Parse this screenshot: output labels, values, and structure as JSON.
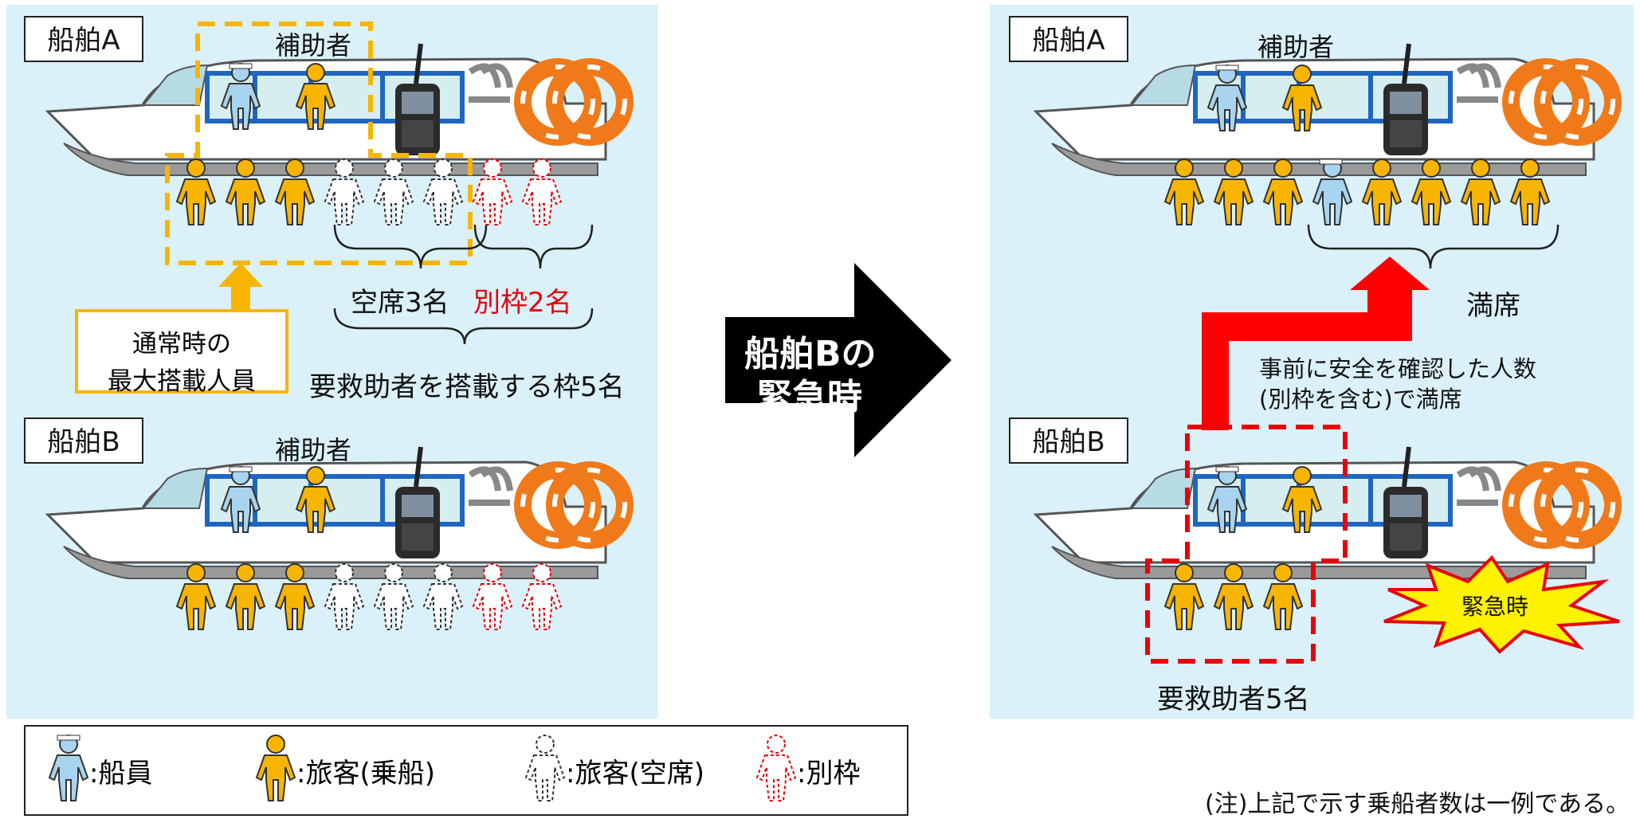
{
  "left_panel": {
    "boat_a_label": "船舶A",
    "boat_b_label": "船舶B",
    "assistant_label_a": "補助者",
    "assistant_label_b": "補助者",
    "normal_max_label_line1": "通常時の",
    "normal_max_label_line2": "最大搭載人員",
    "empty_seats_label": "空席3名",
    "extra_seats_label": "別枠2名",
    "rescue_frame_label": "要救助者を搭載する枠5名"
  },
  "arrow": {
    "line1": "船舶Bの",
    "line2": "緊急時"
  },
  "right_panel": {
    "boat_a_label": "船舶A",
    "boat_b_label": "船舶B",
    "assistant_label": "補助者",
    "full_label": "満席",
    "note_line1": "事前に安全を確認した人数",
    "note_line2": "(別枠を含む)で満席",
    "emergency_label": "緊急時",
    "rescued_label": "要救助者5名"
  },
  "legend": {
    "crew": ":船員",
    "passenger": ":旅客(乗船)",
    "empty": ":旅客(空席)",
    "extra": ":別枠"
  },
  "footnote": "(注)上記で示す乗船者数は一例である。",
  "colors": {
    "panel_bg": "#dbf1f9",
    "crew": "#a9d4ef",
    "passenger": "#f7b500",
    "extra": "#e8000b",
    "highlight_dash": "#f7b500",
    "rescue_dash": "#e8000b"
  }
}
